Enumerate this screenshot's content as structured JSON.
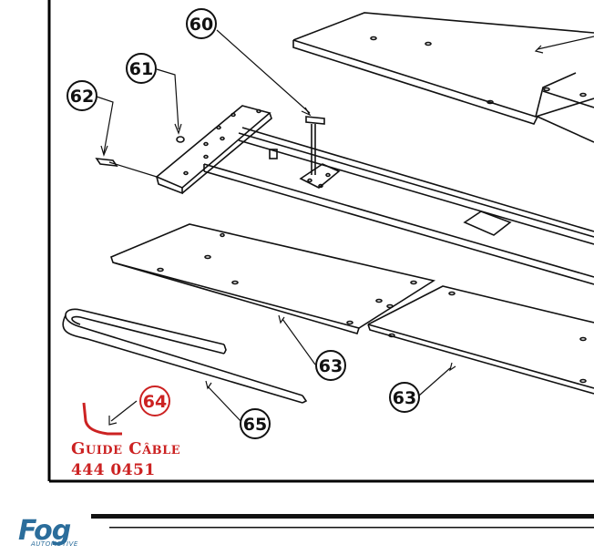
{
  "labels": {
    "p60": "60",
    "p61": "61",
    "p62": "62",
    "p63a": "63",
    "p63b": "63",
    "p64": "64",
    "p65": "65"
  },
  "caption": {
    "title": "Guide Câble",
    "code": "444 0451"
  },
  "logo": {
    "word": "Fog",
    "sub": "AUTOMOTIVE"
  },
  "colors": {
    "ink": "#111111",
    "highlight": "#cc2222",
    "brand": "#2b6d9b"
  }
}
